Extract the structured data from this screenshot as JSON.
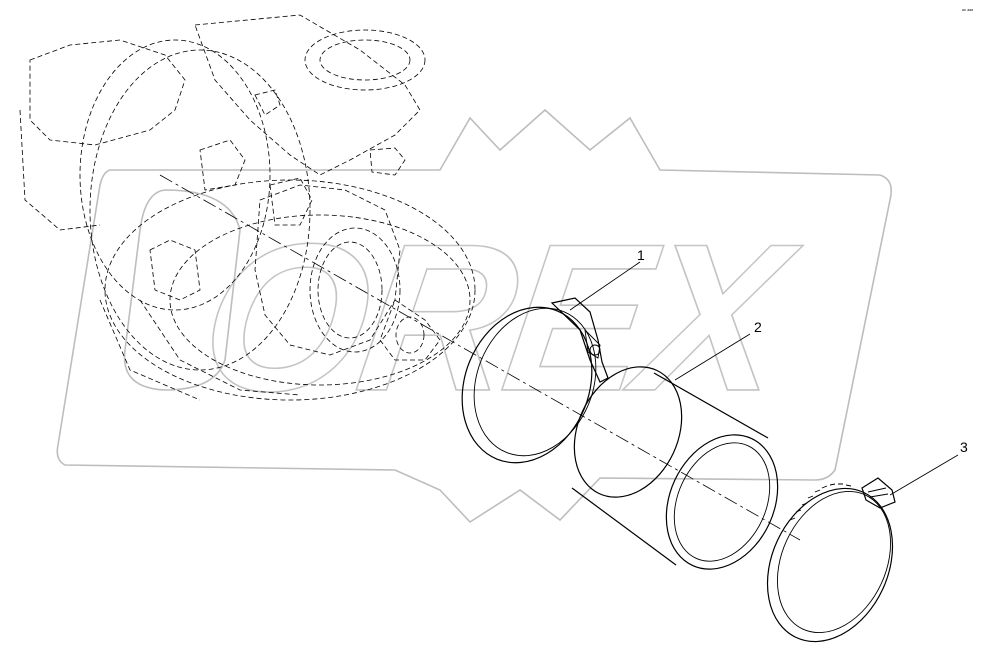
{
  "diagram": {
    "corner_code": "ᵃ⁸ ᵃᵃᵃ",
    "watermark_text": "OREX",
    "callouts": [
      {
        "number": "1",
        "part": "band-clamp"
      },
      {
        "number": "2",
        "part": "hose-sleeve"
      },
      {
        "number": "3",
        "part": "worm-gear-hose-clamp"
      }
    ]
  }
}
